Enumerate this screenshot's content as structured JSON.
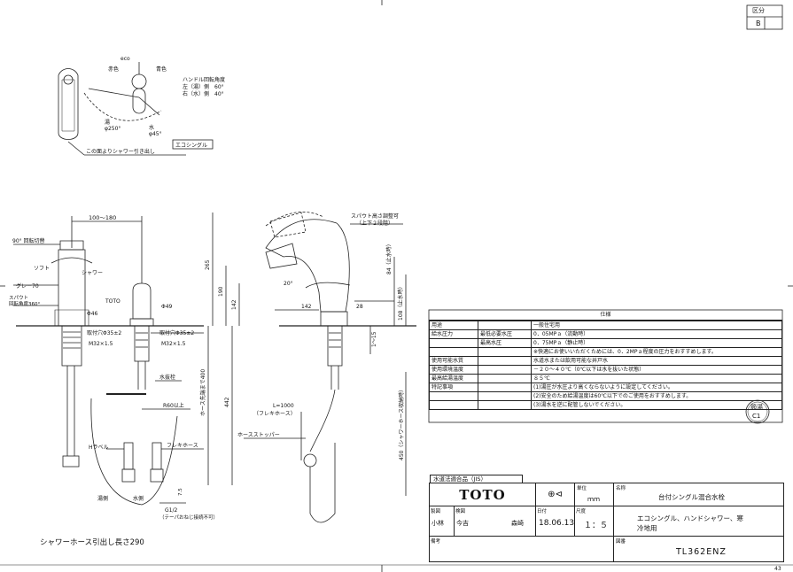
{
  "corner": {
    "label": "区分",
    "value": "B"
  },
  "top_view": {
    "eco_label": "eco",
    "red_label": "赤色",
    "blue_label": "青色",
    "handle_angle_title": "ハンドル回転角度",
    "handle_angle_left": "左（湯）側　60°",
    "handle_angle_right": "右（水）側　40°",
    "dim_hot": "湯\nφ250°",
    "dim_cold": "水\nφ45°",
    "eco_single": "エコシングル",
    "pull_note": "この面よりシャワー引き出し"
  },
  "front_view": {
    "dim_width": "100～180",
    "switch_label": "90° 回転切替",
    "soft": "ソフト",
    "shower": "シャワー",
    "gray70": "グレー70",
    "spout_rot": "スパウト\n回転角度360°",
    "d46": "Φ46",
    "toto": "TOTO",
    "d49": "Φ49",
    "hole": "取付穴Φ35±2",
    "m32": "M32×1.5",
    "hole2": "取付穴Φ35±2",
    "m32b": "M32×1.5",
    "stopcock": "水抜栓",
    "r60": "R60以上",
    "h_label": "Hラベル",
    "flexhose": "フレキホース",
    "hot": "湯側",
    "cold": "水側",
    "g12": "G1/2",
    "g12note": "（テーパおねじ接続不可）",
    "d265": "265",
    "d190": "190",
    "d142": "142",
    "d442": "442",
    "hose400": "ホース先端まで400",
    "d75": "7.5"
  },
  "side_view": {
    "spout_adj": "スパウト高さ調整可",
    "spout_adj2": "（上下２段階）",
    "a20": "20°",
    "d142": "142",
    "d28": "28",
    "d84": "84（止水時）",
    "d108": "108（止水時）",
    "d15": "1～15",
    "l1000": "L=1000",
    "flex": "（フレキホース）",
    "stopper": "ホースストッパー",
    "d450": "450（シャワーホース収納時）"
  },
  "pull_length": "シャワーホース引出し長さ290",
  "spec": {
    "title": "仕様",
    "rows": [
      {
        "k1": "用途",
        "k2": "",
        "v": "一般住宅用"
      },
      {
        "k1": "給水圧力",
        "k2": "最低必要水圧",
        "v": "0．05MPａ（流動時）"
      },
      {
        "k1": "",
        "k2": "最高水圧",
        "v": "0．75MPａ（静止時）"
      },
      {
        "k1": "",
        "k2": "",
        "v": "※快適にお使いいただくためには、0．2MPａ程度の圧力をおすすめします。"
      },
      {
        "k1": "使用可能水質",
        "k2": "",
        "v": "水道水または飲用可能な井戸水"
      },
      {
        "k1": "使用環境温度",
        "k2": "",
        "v": "－２０～４０℃（0℃以下は水を抜いた状態）"
      },
      {
        "k1": "最高給湯温度",
        "k2": "",
        "v": "８５℃"
      },
      {
        "k1": "特記事項",
        "k2": "",
        "v": "(1)湯圧が水圧より高くならないように設定してください。"
      },
      {
        "k1": "",
        "k2": "",
        "v": "(2)安全のため給湯温度は60℃以下でのご使用をおすすめします。"
      },
      {
        "k1": "",
        "k2": "",
        "v": "(3)湯水を逆に配管しないでください。"
      }
    ]
  },
  "stamp": {
    "line1": "節湯",
    "line2": "C1"
  },
  "title_block": {
    "jis": "水道法適合品（JIS）",
    "brand": "TOTO",
    "unit_label": "単位",
    "unit": "ｍｍ",
    "name_label": "名称",
    "name": "台付シングル混合水栓",
    "made_label": "製図",
    "made": "小林",
    "check_label": "検図",
    "check": "今吉",
    "approve": "森崎",
    "date_label": "日付",
    "date": "18.06.13",
    "scale_label": "尺度",
    "scale": "１：５",
    "desc1": "エコシングル、ハンドシャワー、寒",
    "desc2": "冷地用",
    "note_label": "備考",
    "drawing_label": "図番",
    "drawing_no": "TL362ENZ"
  },
  "page_no": "43"
}
